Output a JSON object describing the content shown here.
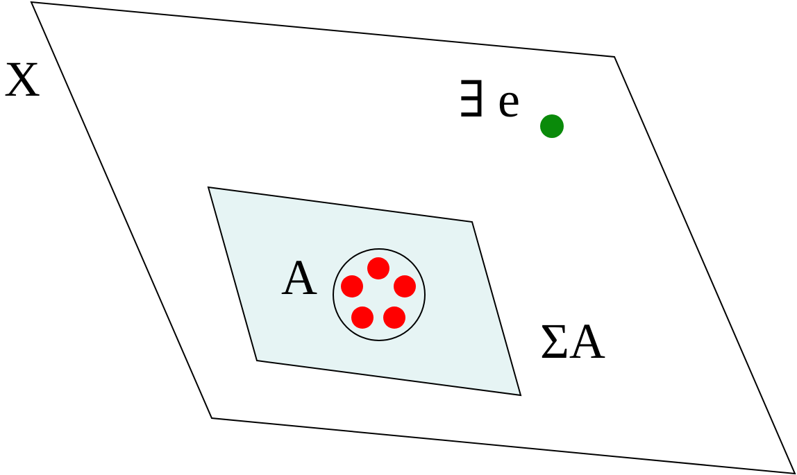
{
  "labels": {
    "space": "X",
    "exists": "∃ e",
    "set": "A",
    "sigma": "ΣA"
  },
  "colors": {
    "outline": "#000000",
    "background": "#ffffff",
    "sigma_fill": "#e6f4f4",
    "point_e": "#0a8a0a",
    "points_a": "#ff0000"
  },
  "counts": {
    "points_in_a": 5
  }
}
